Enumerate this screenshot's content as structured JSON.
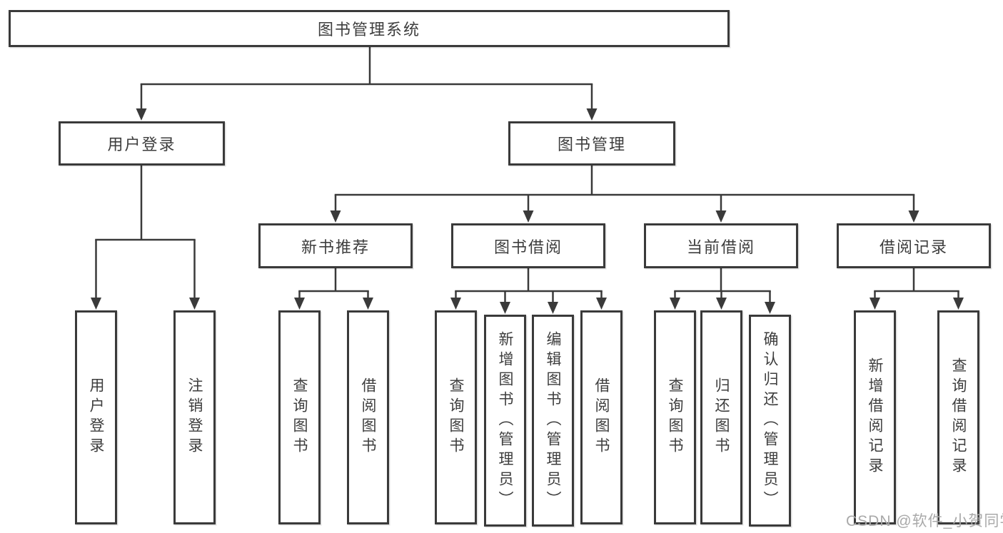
{
  "root": {
    "label": "图书管理系统"
  },
  "user_login": {
    "label": "用户登录",
    "children": [
      {
        "label": "用户登录"
      },
      {
        "label": "注销登录"
      }
    ]
  },
  "book_mgmt": {
    "label": "图书管理",
    "groups": [
      {
        "label": "新书推荐",
        "children": [
          {
            "label": "查询图书"
          },
          {
            "label": "借阅图书"
          }
        ]
      },
      {
        "label": "图书借阅",
        "children": [
          {
            "label": "查询图书"
          },
          {
            "label": "新增图书（管理员）"
          },
          {
            "label": "编辑图书（管理员）"
          },
          {
            "label": "借阅图书"
          }
        ]
      },
      {
        "label": "当前借阅",
        "children": [
          {
            "label": "查询图书"
          },
          {
            "label": "归还图书"
          },
          {
            "label": "确认归还（管理员）"
          }
        ]
      },
      {
        "label": "借阅记录",
        "children": [
          {
            "label": "新增借阅记录"
          },
          {
            "label": "查询借阅记录"
          }
        ]
      }
    ]
  },
  "watermark": {
    "text": "CSDN @软件_小贺同学"
  },
  "colors": {
    "line": "#3a3a3a",
    "text": "#3d3d3d",
    "watermark": "#a9a9a9"
  }
}
